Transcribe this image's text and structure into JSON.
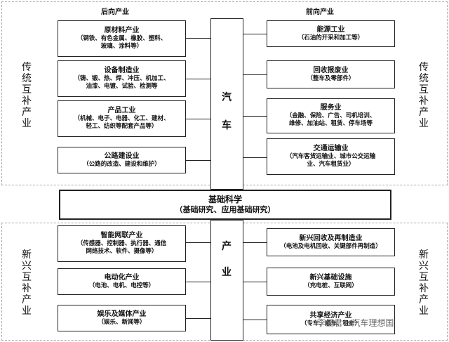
{
  "headers": {
    "left": "后向产业",
    "right": "前向产业"
  },
  "side_labels": {
    "traditional": [
      "传",
      "统",
      "互",
      "补",
      "产",
      "业"
    ],
    "emerging": [
      "新",
      "兴",
      "互",
      "补",
      "产",
      "业"
    ]
  },
  "spine_top": [
    "汽",
    "车"
  ],
  "spine_bottom": [
    "产",
    "业"
  ],
  "basic_science": {
    "title": "基础科学",
    "detail": "（基础研究、应用基础研究）"
  },
  "traditional_backward": [
    {
      "title": "原材料产业",
      "lines": [
        "（钢铁、有色金属、橡胶、塑料、",
        "玻璃、涂料等）"
      ]
    },
    {
      "title": "设备制造业",
      "lines": [
        "（铸、锻、热、焊、冲压、机加工、",
        "油漆、电镀、试验、检测等"
      ]
    },
    {
      "title": "产品工业",
      "lines": [
        "（机械、电子、电器、化工、建材、",
        "轻工、纺织等配套产品等）"
      ]
    },
    {
      "title": "公路建设业",
      "lines": [
        "（公路的改造、建设和维护）"
      ]
    }
  ],
  "traditional_forward": [
    {
      "title": "能源工业",
      "lines": [
        "（石油的开采和加工等）"
      ]
    },
    {
      "title": "回收报废业",
      "lines": [
        "（整车及零部件）"
      ]
    },
    {
      "title": "服务业",
      "lines": [
        "（金融、保险、广告、司机培训、",
        "维修、加油站、租赁、停车场等"
      ]
    },
    {
      "title": "交通运输业",
      "lines": [
        "（汽车客货运输业、城市公交运输",
        "业、汽车租赁业）"
      ]
    }
  ],
  "emerging_backward": [
    {
      "title": "智能网联产业",
      "lines": [
        "（传感器、控制器、执行器、通信",
        "网络技术、软件、摄像等）"
      ]
    },
    {
      "title": "电动化产业",
      "lines": [
        "（电池、电机、电控等）"
      ]
    },
    {
      "title": "娱乐及媒体产业",
      "lines": [
        "（娱乐、新闻等）"
      ]
    }
  ],
  "emerging_forward": [
    {
      "title": "新兴回收及再制造业",
      "lines": [
        "（电池及电机回收、关键部件再制造）"
      ]
    },
    {
      "title": "新兴基础设施",
      "lines": [
        "（充电桩、互联网）"
      ]
    },
    {
      "title": "共享经济产业",
      "lines": [
        "（专车、顺车、租车）"
      ]
    }
  ],
  "watermark": "李显君vs汽车理想国"
}
